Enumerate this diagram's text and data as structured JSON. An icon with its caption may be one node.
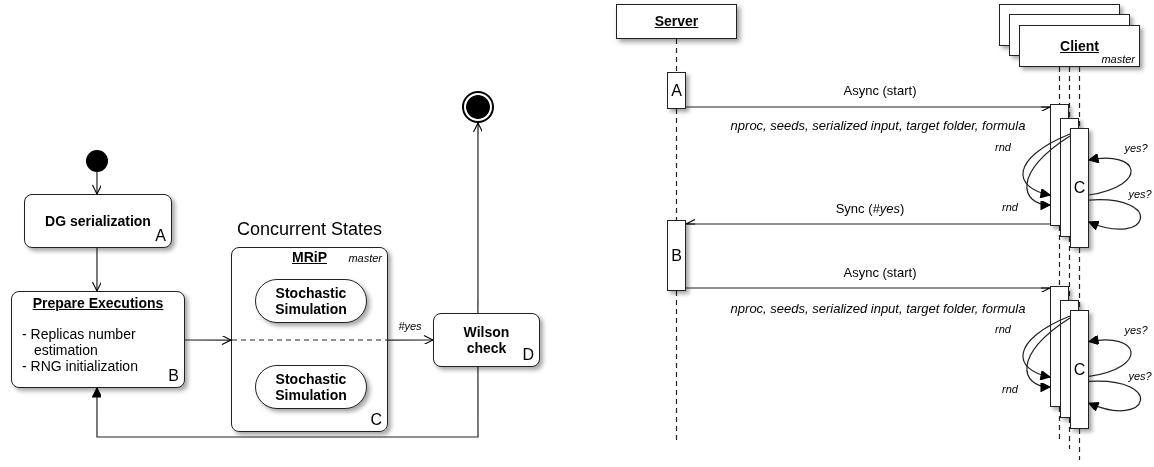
{
  "diagram": {
    "nodes": [
      {
        "text": [],
        "shape": "circle"
      },
      {
        "text": [
          "DG serialization",
          "A"
        ]
      },
      {
        "text": [
          "Prepare Executions",
          "- Replicas number estimation",
          "- RNG initialization",
          "B"
        ]
      },
      {
        "text": [
          "Concurrent States",
          "MRiP",
          "master",
          "C"
        ]
      },
      {
        "text": [
          "Stochastic Simulation"
        ],
        "in": 3
      },
      {
        "text": [
          "Stochastic Simulation"
        ],
        "in": 3
      },
      {
        "text": [
          "Wilson check",
          "D"
        ]
      },
      {
        "text": [],
        "shape": "circle"
      },
      {
        "text": [
          "Server"
        ]
      },
      {
        "text": [
          "A"
        ]
      },
      {
        "text": [
          "B"
        ]
      },
      {
        "text": [
          "Client",
          "master"
        ]
      },
      {
        "text": [
          "C"
        ]
      },
      {
        "text": [
          "C"
        ]
      }
    ],
    "edges": [
      {
        "from": 0,
        "to": 1,
        "arrow": "to"
      },
      {
        "from": 1,
        "to": 2,
        "arrow": "to"
      },
      {
        "from": 2,
        "to": 3,
        "arrow": "to"
      },
      {
        "from": 3,
        "to": 6,
        "arrow": "to",
        "label": "#yes"
      },
      {
        "from": 6,
        "to": 7,
        "arrow": "to"
      },
      {
        "from": 6,
        "to": 2,
        "arrow": "to"
      },
      {
        "from": 8,
        "to": 9,
        "arrow": "none",
        "style": "dashed"
      },
      {
        "from": 9,
        "to": 10,
        "arrow": "none",
        "style": "dashed"
      },
      {
        "from": 10,
        "to": null,
        "arrow": "none",
        "style": "dashed"
      },
      {
        "from": 11,
        "to": 12,
        "arrow": "none",
        "style": "dashed"
      },
      {
        "from": 11,
        "to": 12,
        "arrow": "none",
        "style": "dashed"
      },
      {
        "from": 11,
        "to": 12,
        "arrow": "none",
        "style": "dashed"
      },
      {
        "from": 12,
        "to": 13,
        "arrow": "none",
        "style": "dashed"
      },
      {
        "from": 12,
        "to": 13,
        "arrow": "none",
        "style": "dashed"
      },
      {
        "from": 12,
        "to": 13,
        "arrow": "none",
        "style": "dashed"
      },
      {
        "from": 13,
        "to": null,
        "arrow": "none",
        "style": "dashed"
      },
      {
        "from": 13,
        "to": null,
        "arrow": "none",
        "style": "dashed"
      },
      {
        "from": 13,
        "to": null,
        "arrow": "none",
        "style": "dashed"
      },
      {
        "from": 9,
        "to": 12,
        "arrow": "to",
        "label": "Async (start)"
      },
      {
        "from": 12,
        "to": 12,
        "arrow": "to",
        "label": "rnd"
      },
      {
        "from": 12,
        "to": 12,
        "arrow": "to",
        "label": "rnd"
      },
      {
        "from": 12,
        "to": 12,
        "arrow": "to",
        "label": "yes?"
      },
      {
        "from": 12,
        "to": 12,
        "arrow": "to",
        "label": "yes?"
      },
      {
        "from": 12,
        "to": 10,
        "arrow": "to",
        "label": "Sync (*#yes*)"
      },
      {
        "from": 10,
        "to": 13,
        "arrow": "to",
        "label": "Async (start)"
      },
      {
        "from": 13,
        "to": 13,
        "arrow": "to",
        "label": "rnd"
      },
      {
        "from": 13,
        "to": 13,
        "arrow": "to",
        "label": "rnd"
      },
      {
        "from": 13,
        "to": 13,
        "arrow": "to",
        "label": "yes?"
      },
      {
        "from": 13,
        "to": 13,
        "arrow": "to",
        "label": "yes?"
      }
    ],
    "labels": [
      "nproc, seeds, serialized input, target folder, formula",
      "nproc, seeds, serialized input, target folder, formula"
    ]
  }
}
